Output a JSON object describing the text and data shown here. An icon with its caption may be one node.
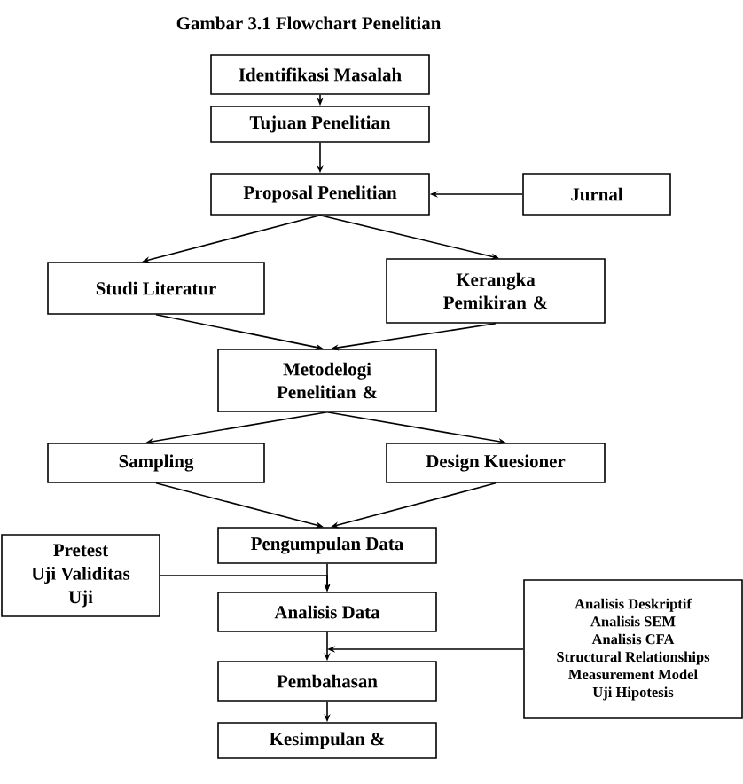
{
  "diagram": {
    "title": "Gambar 3.1 Flowchart Penelitian",
    "nodes": [
      {
        "text": [
          "Identifikasi Masalah"
        ]
      },
      {
        "text": [
          "Tujuan Penelitian"
        ]
      },
      {
        "text": [
          "Proposal Penelitian"
        ]
      },
      {
        "text": [
          "Jurnal"
        ]
      },
      {
        "text": [
          "Studi Literatur"
        ]
      },
      {
        "text": [
          "Kerangka Pemikiran &"
        ]
      },
      {
        "text": [
          "Metodelogi Penelitian &"
        ]
      },
      {
        "text": [
          "Sampling"
        ]
      },
      {
        "text": [
          "Design Kuesioner"
        ]
      },
      {
        "text": [
          "Pengumpulan Data"
        ]
      },
      {
        "text": [
          "Pretest",
          "Uji Validitas",
          "Uji"
        ]
      },
      {
        "text": [
          "Analisis Data"
        ]
      },
      {
        "text": [
          "Analisis Deskriptif",
          "Analisis SEM",
          "Analisis CFA",
          "Structural Relationships",
          "Measurement Model",
          "Uji Hipotesis"
        ]
      },
      {
        "text": [
          "Pembahasan"
        ]
      },
      {
        "text": [
          "Kesimpulan &"
        ]
      }
    ],
    "edges": [
      {
        "from": 0,
        "to": 1,
        "arrow": "to"
      },
      {
        "from": 1,
        "to": 2,
        "arrow": "to"
      },
      {
        "from": 3,
        "to": 2,
        "arrow": "to"
      },
      {
        "from": 2,
        "to": 4,
        "arrow": "to"
      },
      {
        "from": 2,
        "to": 5,
        "arrow": "to"
      },
      {
        "from": 4,
        "to": 6,
        "arrow": "to"
      },
      {
        "from": 5,
        "to": 6,
        "arrow": "to"
      },
      {
        "from": 6,
        "to": 7,
        "arrow": "to"
      },
      {
        "from": 6,
        "to": 8,
        "arrow": "to"
      },
      {
        "from": 7,
        "to": 9,
        "arrow": "to"
      },
      {
        "from": 8,
        "to": 9,
        "arrow": "to"
      },
      {
        "from": 9,
        "to": 11,
        "arrow": "to"
      },
      {
        "from": 10,
        "to": 11,
        "arrow": "to"
      },
      {
        "from": 11,
        "to": 13,
        "arrow": "to"
      },
      {
        "from": 12,
        "to": 13,
        "arrow": "to"
      },
      {
        "from": 13,
        "to": 14,
        "arrow": "to"
      }
    ]
  }
}
